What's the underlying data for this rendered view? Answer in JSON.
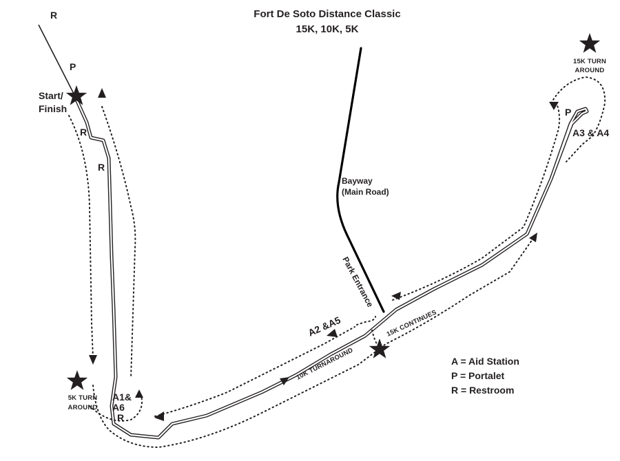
{
  "map": {
    "title_line1": "Fort De Soto Distance Classic",
    "title_line2": "15K, 10K, 5K",
    "road_labels": {
      "bayway_line1": "Bayway",
      "bayway_line2": "(Main Road)",
      "park_entrance": "Park Entrance"
    },
    "markers": {
      "start_line1": "Start/",
      "start_line2": "Finish",
      "turn15k_line1": "15K TURN",
      "turn15k_line2": "AROUND",
      "turn5k_line1": "5K TURN",
      "turn5k_line2": "AROUND",
      "turnaround10k": "10K TURNAROUND",
      "continues15k": "15K CONTINUES"
    },
    "stations": {
      "r_top": "R",
      "p_top": "P",
      "r_mid1": "R",
      "r_mid2": "R",
      "a1a6_line1": "A1&",
      "a1a6_line2": "A6",
      "r_bottom": "R",
      "a2a5": "A2 &A5",
      "p_right": "P",
      "a3a4": "A3 & A4"
    },
    "legend": [
      {
        "text": "A = Aid Station"
      },
      {
        "text": "P = Portalet"
      },
      {
        "text": "R = Restroom"
      }
    ],
    "colors": {
      "ink": "#231f20",
      "background": "#ffffff"
    }
  }
}
